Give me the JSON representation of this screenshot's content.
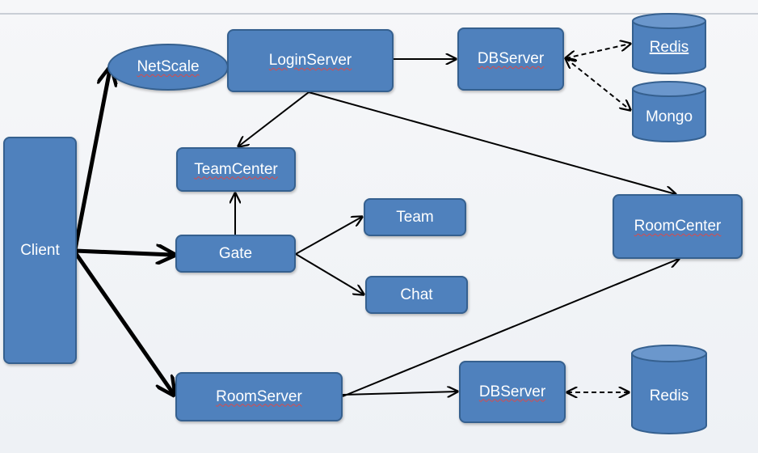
{
  "nodes": {
    "netscale": "NetScale",
    "loginserver": "LoginServer",
    "dbserver_top": "DBServer",
    "redis_top": "Redis",
    "mongo": "Mongo",
    "teamcenter": "TeamCenter",
    "team": "Team",
    "chat": "Chat",
    "client": "Client",
    "gate": "Gate",
    "roomcenter": "RoomCenter",
    "roomserver": "RoomServer",
    "dbserver_bottom": "DBServer",
    "redis_bottom": "Redis"
  },
  "colors": {
    "box_fill": "#4f81bd",
    "box_border": "#35608f",
    "text": "#ffffff",
    "arrow": "#000000",
    "spellcheck_underline": "#d94b4b"
  }
}
